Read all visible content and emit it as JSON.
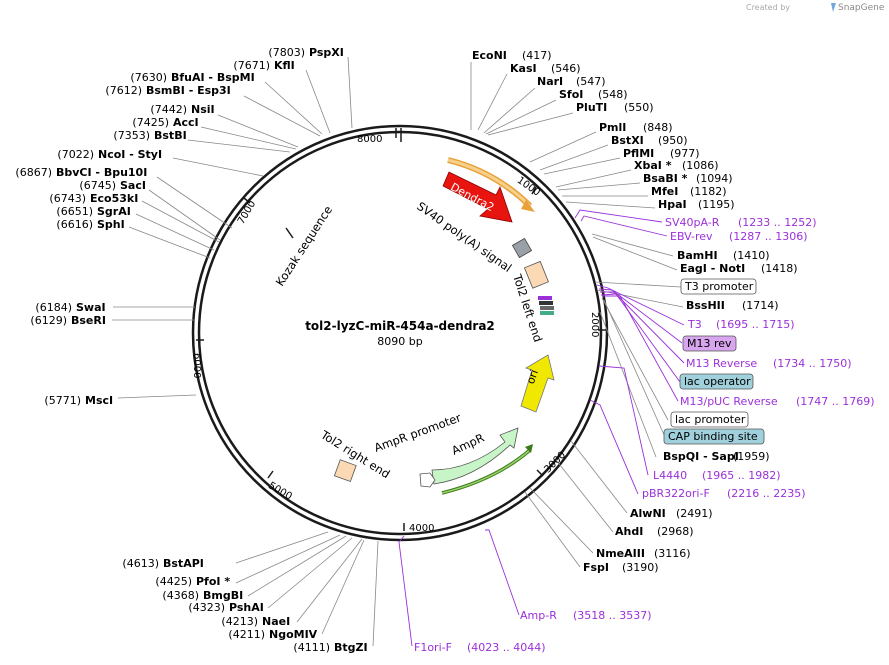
{
  "watermark": {
    "prefix": "Created by",
    "brand": "SnapGene"
  },
  "plasmid": {
    "name": "tol2-lyzC-miR-454a-dendra2",
    "size": "8090 bp"
  },
  "ticks": [
    "1000",
    "2000",
    "3000",
    "4000",
    "5000",
    "6000",
    "7000",
    "8000"
  ],
  "features": {
    "dendra2": "Dendra2",
    "sv40": "SV40 poly(A) signal",
    "kozak": "Kozak sequence",
    "tol2_left": "Tol2 left end",
    "ori": "ori",
    "ampr": "AmpR",
    "ampr_promoter": "AmpR promoter",
    "tol2_right": "Tol2 right end"
  },
  "labels": {
    "EcoNI": {
      "name": "EcoNI",
      "pos": "(417)"
    },
    "KasI": {
      "name": "KasI",
      "pos": "(546)"
    },
    "NarI": {
      "name": "NarI",
      "pos": "(547)"
    },
    "SfoI": {
      "name": "SfoI",
      "pos": "(548)"
    },
    "PluTI": {
      "name": "PluTI",
      "pos": "(550)"
    },
    "PmlI": {
      "name": "PmlI",
      "pos": "(848)"
    },
    "BstXI": {
      "name": "BstXI",
      "pos": "(950)"
    },
    "PflMI": {
      "name": "PflMI",
      "pos": "(977)"
    },
    "XbaI": {
      "name": "XbaI *",
      "pos": "(1086)"
    },
    "BsaBI": {
      "name": "BsaBI *",
      "pos": "(1094)"
    },
    "MfeI": {
      "name": "MfeI",
      "pos": "(1182)"
    },
    "HpaI": {
      "name": "HpaI",
      "pos": "(1195)"
    },
    "SV40pAR": {
      "name": "SV40pA-R",
      "pos": "(1233 .. 1252)"
    },
    "EBVrev": {
      "name": "EBV-rev",
      "pos": "(1287 .. 1306)"
    },
    "BamHI": {
      "name": "BamHI",
      "pos": "(1410)"
    },
    "EagINotI": {
      "name": "EagI - NotI",
      "pos": "(1418)"
    },
    "T3prom": {
      "name": "T3 promoter",
      "pos": ""
    },
    "BssHII": {
      "name": "BssHII",
      "pos": "(1714)"
    },
    "T3": {
      "name": "T3",
      "pos": "(1695 .. 1715)"
    },
    "M13rev": {
      "name": "M13 rev",
      "pos": ""
    },
    "M13Reverse": {
      "name": "M13 Reverse",
      "pos": "(1734 .. 1750)"
    },
    "lacop": {
      "name": "lac operator",
      "pos": ""
    },
    "M13pUCrev": {
      "name": "M13/pUC Reverse",
      "pos": "(1747 .. 1769)"
    },
    "lacprom": {
      "name": "lac promoter",
      "pos": ""
    },
    "CAP": {
      "name": "CAP binding site",
      "pos": ""
    },
    "BspQISapI": {
      "name": "BspQI - SapI",
      "pos": "(1959)"
    },
    "L4440": {
      "name": "L4440",
      "pos": "(1965 .. 1982)"
    },
    "pBR322": {
      "name": "pBR322ori-F",
      "pos": "(2216 .. 2235)"
    },
    "AlwNI": {
      "name": "AlwNI",
      "pos": "(2491)"
    },
    "AhdI": {
      "name": "AhdI",
      "pos": "(2968)"
    },
    "NmeAIII": {
      "name": "NmeAIII",
      "pos": "(3116)"
    },
    "FspI": {
      "name": "FspI",
      "pos": "(3190)"
    },
    "AmpR_primer": {
      "name": "Amp-R",
      "pos": "(3518 .. 3537)"
    },
    "F1ori": {
      "name": "F1ori-F",
      "pos": "(4023 .. 4044)"
    },
    "BtgZI": {
      "name": "BtgZI",
      "pos": "(4111)"
    },
    "NgoMIV": {
      "name": "NgoMIV",
      "pos": "(4211)"
    },
    "NaeI": {
      "name": "NaeI",
      "pos": "(4213)"
    },
    "PshAI": {
      "name": "PshAI",
      "pos": "(4323)"
    },
    "BmgBI": {
      "name": "BmgBI",
      "pos": "(4368)"
    },
    "PfoI": {
      "name": "PfoI *",
      "pos": "(4425)"
    },
    "BstAPI": {
      "name": "BstAPI",
      "pos": "(4613)"
    },
    "MscI": {
      "name": "MscI",
      "pos": "(5771)"
    },
    "BseRI": {
      "name": "BseRI",
      "pos": "(6129)"
    },
    "SwaI": {
      "name": "SwaI",
      "pos": "(6184)"
    },
    "SphI": {
      "name": "SphI",
      "pos": "(6616)"
    },
    "SgrAI": {
      "name": "SgrAI",
      "pos": "(6651)"
    },
    "Eco53kI": {
      "name": "Eco53kI",
      "pos": "(6743)"
    },
    "SacI": {
      "name": "SacI",
      "pos": "(6745)"
    },
    "BbvCI": {
      "name": "BbvCI - Bpu10I",
      "pos": "(6867)"
    },
    "NcoI": {
      "name": "NcoI - StyI",
      "pos": "(7022)"
    },
    "BstBI": {
      "name": "BstBI",
      "pos": "(7353)"
    },
    "AccI": {
      "name": "AccI",
      "pos": "(7425)"
    },
    "NsiI": {
      "name": "NsiI",
      "pos": "(7442)"
    },
    "BsmBI": {
      "name": "BsmBI - Esp3I",
      "pos": "(7612)"
    },
    "BfuAI": {
      "name": "BfuAI - BspMI",
      "pos": "(7630)"
    },
    "KflI": {
      "name": "KflI",
      "pos": "(7671)"
    },
    "PspXI": {
      "name": "PspXI",
      "pos": "(7803)"
    }
  },
  "colors": {
    "backbone": "#1a1a1a",
    "primer": "#9b30d9",
    "dendra2": "#e8140f",
    "ori": "#f0e800",
    "ampr": "#c8f5c8",
    "tol2": "#fbd9b4",
    "sv40": "#9aa0a8",
    "m13rev_box": "#d8a6ef",
    "lac_box": "#9fd0dc",
    "cap_box": "#9fd0dc"
  }
}
